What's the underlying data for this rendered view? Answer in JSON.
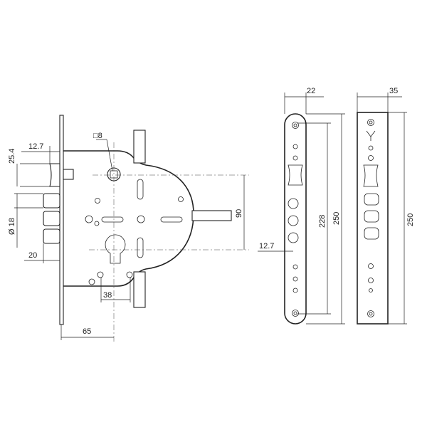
{
  "dimensions": {
    "deadbolt_offset": "12.7",
    "latch_height": "25.4",
    "spindle_square": "□8",
    "bolt_diameter": "Ø 18",
    "bolt_projection": "20",
    "cylinder_spacing": "38",
    "backset": "65",
    "spindle_to_cylinder": "90",
    "strike_width": "22",
    "strike_hole_span": "228",
    "strike_length": "250",
    "strike_offset": "12.7",
    "box_width": "35",
    "box_length": "250"
  }
}
